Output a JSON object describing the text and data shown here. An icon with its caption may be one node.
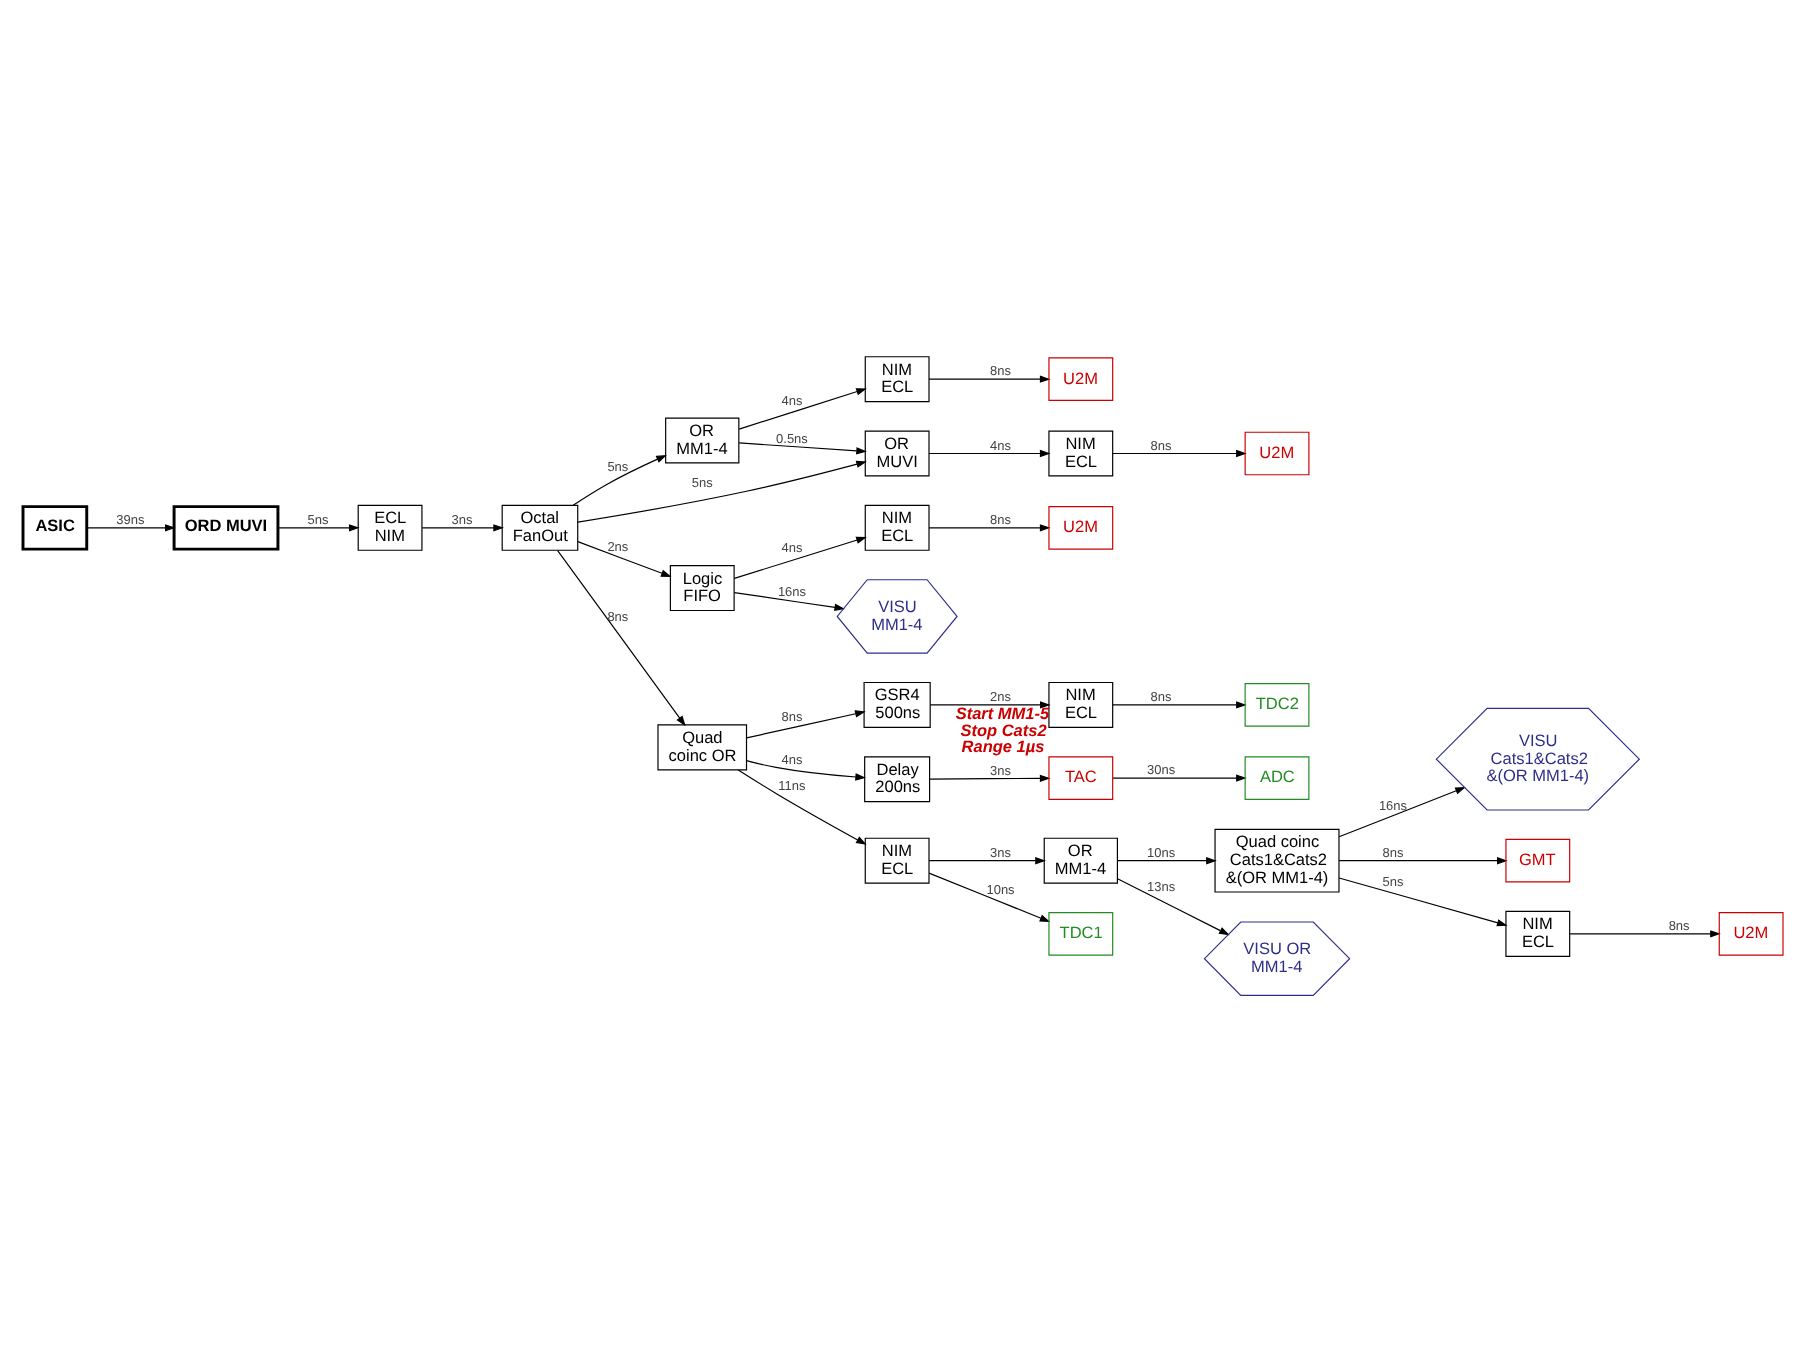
{
  "diagram": {
    "nodes": [
      {
        "text": [
          "ASIC"
        ]
      },
      {
        "text": [
          "ORD MUVI"
        ]
      },
      {
        "text": [
          "ECL NIM"
        ]
      },
      {
        "text": [
          "Octal FanOut"
        ]
      },
      {
        "text": [
          "OR MM1-4"
        ]
      },
      {
        "text": [
          "NIM ECL"
        ]
      },
      {
        "text": [
          "U2M"
        ]
      },
      {
        "text": [
          "OR MUVI"
        ]
      },
      {
        "text": [
          "NIM ECL"
        ]
      },
      {
        "text": [
          "U2M"
        ]
      },
      {
        "text": [
          "Logic FIFO"
        ]
      },
      {
        "text": [
          "NIM ECL"
        ]
      },
      {
        "text": [
          "U2M"
        ]
      },
      {
        "text": [
          "VISU MM1-4"
        ]
      },
      {
        "text": [
          "Quad coinc OR"
        ]
      },
      {
        "text": [
          "GSR4 500ns"
        ]
      },
      {
        "text": [
          "NIM ECL"
        ]
      },
      {
        "text": [
          "TDC2"
        ]
      },
      {
        "text": [
          "Delay 200ns"
        ]
      },
      {
        "text": [
          "TAC"
        ],
        "beside": [
          "Start MM1-5 Stop Cats2 Range 1µs"
        ]
      },
      {
        "text": [
          "VISU Cats1&Cats2 &(OR MM1-4)"
        ]
      },
      {
        "text": [
          "ADC"
        ]
      },
      {
        "text": [
          "GMT"
        ]
      },
      {
        "text": [
          "NIM ECL"
        ]
      },
      {
        "text": [
          "OR MM1-4"
        ]
      },
      {
        "text": [
          "Quad coinc Cats1&Cats2 &(OR MM1-4)"
        ]
      },
      {
        "text": [
          "NIM ECL"
        ]
      },
      {
        "text": [
          "U2M"
        ]
      },
      {
        "text": [
          "TDC1"
        ]
      },
      {
        "text": [
          "VISU OR MM1-4"
        ]
      }
    ],
    "edges": [
      {
        "from": 0,
        "to": 1,
        "arrow": "to",
        "label": "39ns"
      },
      {
        "from": 1,
        "to": 2,
        "arrow": "to",
        "label": "5ns"
      },
      {
        "from": 2,
        "to": 3,
        "arrow": "to",
        "label": "3ns"
      },
      {
        "from": 3,
        "to": 4,
        "arrow": "to",
        "label": "5ns"
      },
      {
        "from": 3,
        "to": 7,
        "arrow": "to",
        "label": "5ns"
      },
      {
        "from": 3,
        "to": 10,
        "arrow": "to",
        "label": "2ns"
      },
      {
        "from": 3,
        "to": 14,
        "arrow": "to",
        "label": "8ns"
      },
      {
        "from": 4,
        "to": 7,
        "arrow": "to",
        "label": "0.5ns"
      },
      {
        "from": 4,
        "to": 5,
        "arrow": "to",
        "label": "4ns"
      },
      {
        "from": 5,
        "to": 6,
        "arrow": "to",
        "label": "8ns"
      },
      {
        "from": 7,
        "to": 8,
        "arrow": "to",
        "label": "4ns"
      },
      {
        "from": 8,
        "to": 9,
        "arrow": "to",
        "label": "8ns"
      },
      {
        "from": 10,
        "to": 11,
        "arrow": "to",
        "label": "4ns"
      },
      {
        "from": 11,
        "to": 12,
        "arrow": "to",
        "label": "8ns"
      },
      {
        "from": 10,
        "to": 13,
        "arrow": "to",
        "label": "16ns"
      },
      {
        "from": 14,
        "to": 15,
        "arrow": "to",
        "label": "8ns"
      },
      {
        "from": 14,
        "to": 18,
        "arrow": "to",
        "label": "4ns"
      },
      {
        "from": 15,
        "to": 16,
        "arrow": "to",
        "label": "2ns"
      },
      {
        "from": 16,
        "to": 17,
        "arrow": "to",
        "label": "8ns"
      },
      {
        "from": 18,
        "to": 19,
        "arrow": "to",
        "label": "3ns"
      },
      {
        "from": 19,
        "to": 21,
        "arrow": "to",
        "label": "30ns"
      },
      {
        "from": 14,
        "to": 23,
        "arrow": "to",
        "label": "11ns"
      },
      {
        "from": 23,
        "to": 24,
        "arrow": "to",
        "label": "3ns"
      },
      {
        "from": 23,
        "to": 28,
        "arrow": "to",
        "label": "10ns"
      },
      {
        "from": 24,
        "to": 25,
        "arrow": "to",
        "label": "10ns"
      },
      {
        "from": 24,
        "to": 29,
        "arrow": "to",
        "label": "13ns"
      },
      {
        "from": 25,
        "to": 20,
        "arrow": "to",
        "label": "16ns"
      },
      {
        "from": 25,
        "to": 22,
        "arrow": "to",
        "label": "8ns"
      },
      {
        "from": 25,
        "to": 26,
        "arrow": "to",
        "label": "5ns"
      },
      {
        "from": 26,
        "to": 27,
        "arrow": "to",
        "label": "8ns"
      }
    ]
  }
}
